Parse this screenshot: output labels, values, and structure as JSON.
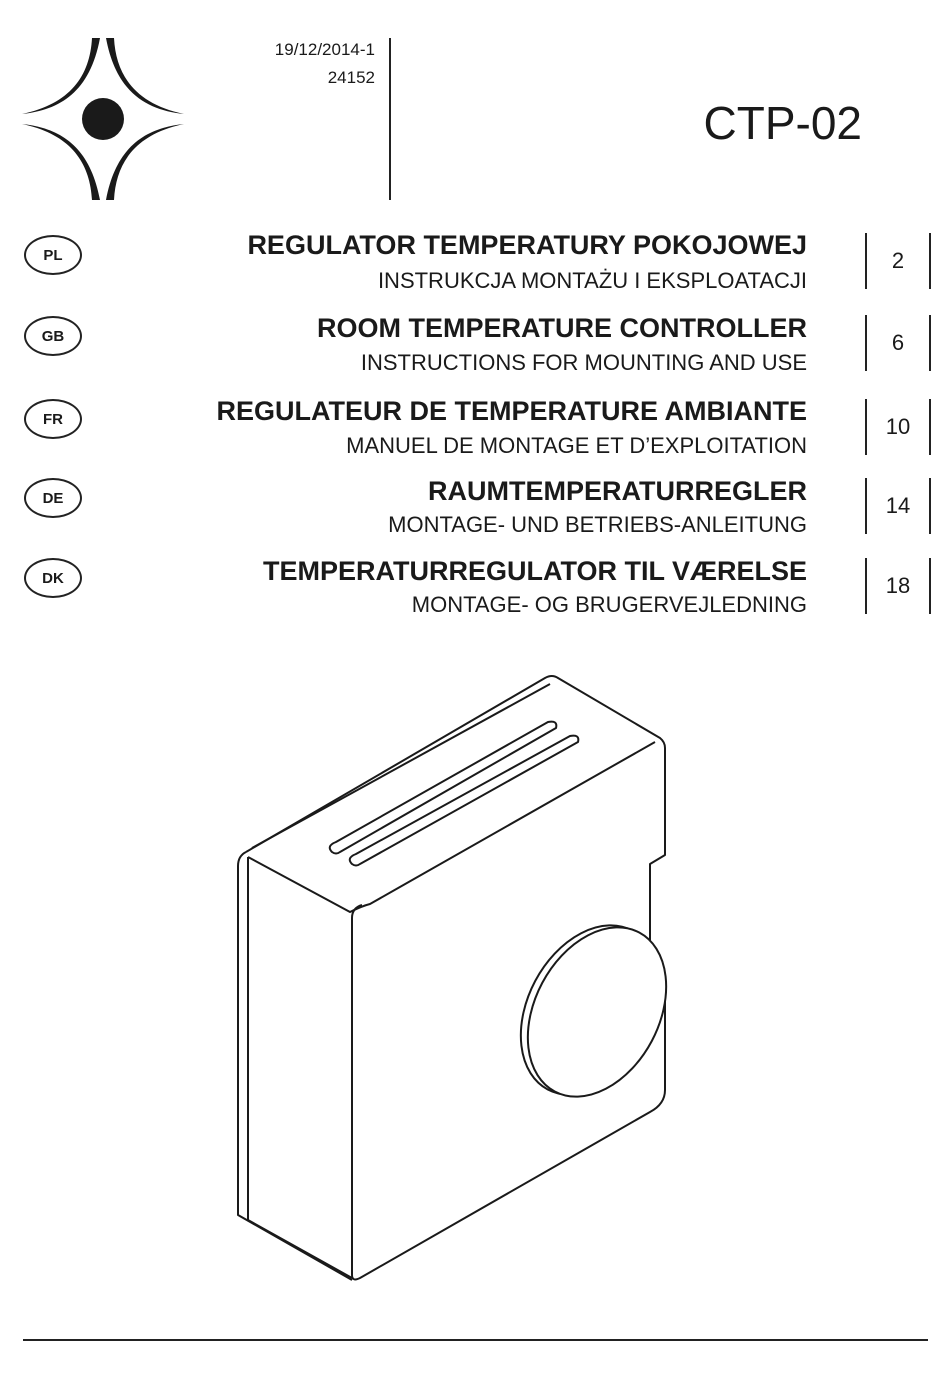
{
  "header": {
    "date_code": "19/12/2014-1",
    "doc_number": "24152",
    "model": "CTP-02"
  },
  "sections": [
    {
      "lang": "PL",
      "title": "REGULATOR TEMPERATURY POKOJOWEJ",
      "subtitle": "INSTRUKCJA MONTAŻU I EKSPLOATACJI",
      "page": "2"
    },
    {
      "lang": "GB",
      "title": "ROOM TEMPERATURE CONTROLLER",
      "subtitle": "INSTRUCTIONS FOR MOUNTING AND USE",
      "page": "6"
    },
    {
      "lang": "FR",
      "title": "REGULATEUR DE TEMPERATURE AMBIANTE",
      "subtitle": "MANUEL DE MONTAGE ET D’EXPLOITATION",
      "page": "10"
    },
    {
      "lang": "DE",
      "title": "RAUMTEMPERATURREGLER",
      "subtitle": "MONTAGE- UND BETRIEBS-ANLEITUNG",
      "page": "14"
    },
    {
      "lang": "DK",
      "title": "TEMPERATURREGULATOR TIL VÆRELSE",
      "subtitle": "MONTAGE- OG BRUGERVEJLEDNING",
      "page": "18"
    }
  ]
}
